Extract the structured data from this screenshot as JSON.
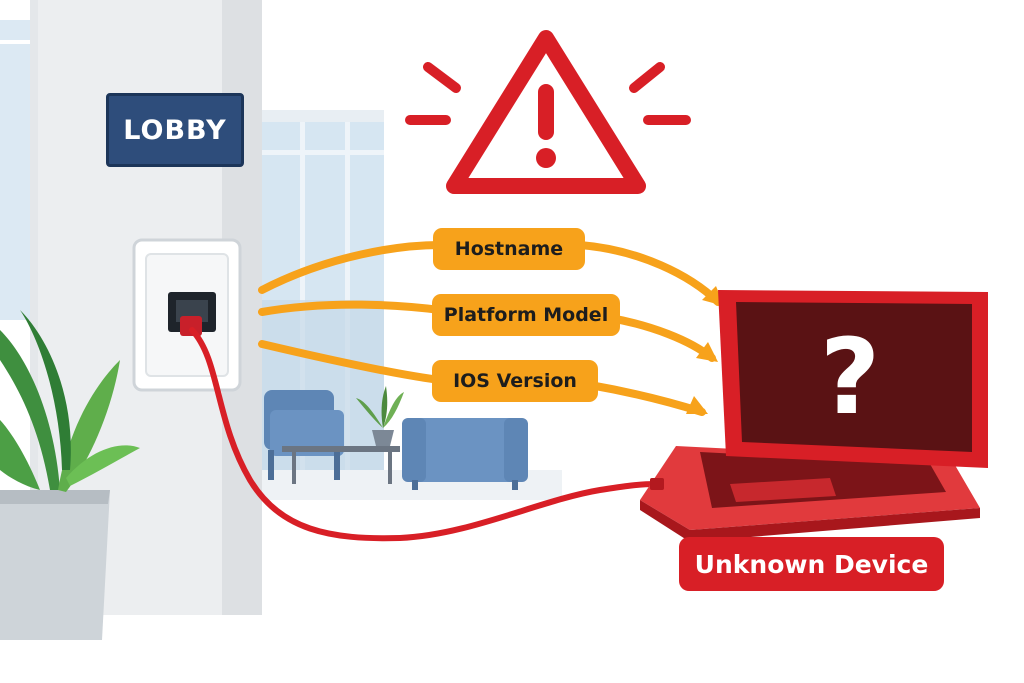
{
  "sign": {
    "text": "LOBBY"
  },
  "labels": [
    {
      "text": "Hostname"
    },
    {
      "text": "Platform Model"
    },
    {
      "text": "IOS Version"
    }
  ],
  "device": {
    "screen_symbol": "?",
    "badge": "Unknown Device"
  },
  "icons": {
    "warning": "warning-triangle-icon",
    "port": "ethernet-port-icon",
    "laptop": "laptop-icon",
    "plant": "potted-plant-icon"
  },
  "colors": {
    "alert_red": "#d81f26",
    "label_orange": "#f7a21b",
    "sign_navy": "#2e4d7b",
    "laptop_screen": "#5a1214"
  }
}
